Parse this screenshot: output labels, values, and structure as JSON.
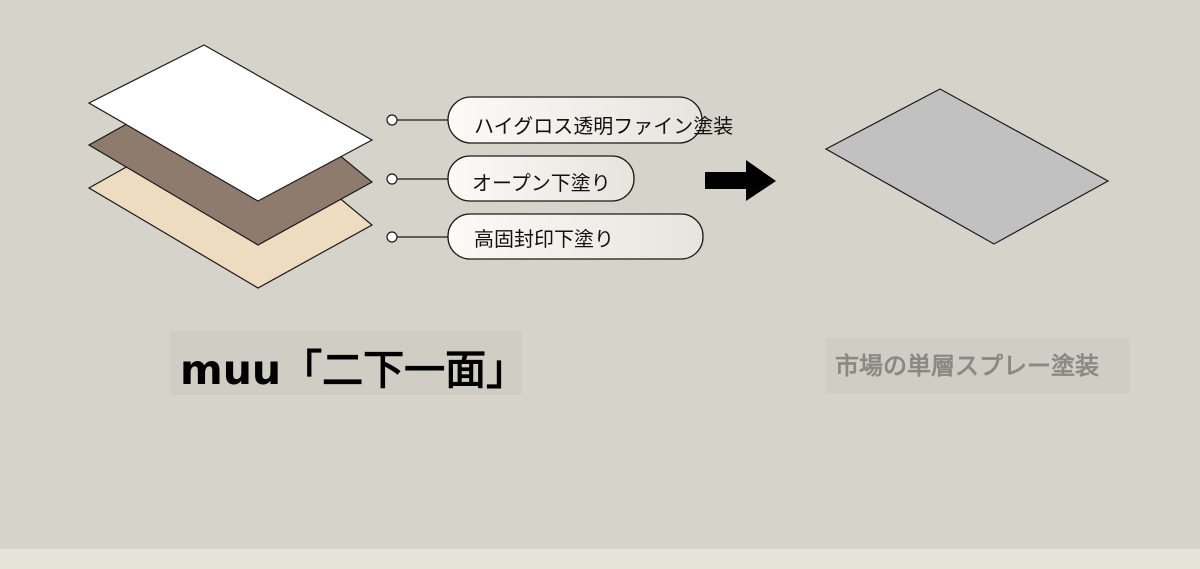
{
  "layers": [
    {
      "label": "ハイグロス透明ファイン塗装",
      "color": "#ffffff"
    },
    {
      "label": "オープン下塗り",
      "color": "#8e7b6e"
    },
    {
      "label": "高固封印下塗り",
      "color": "#eddcbf"
    }
  ],
  "left_title": "muu「二下一面」",
  "right_caption": "市場の単層スプレー塗装",
  "right_panel_color": "#c1c1c1",
  "arrow_color": "#000000",
  "colors": {
    "background": "#d6d3cb",
    "title_box": "#d0cdc5",
    "caption_box": "#d0cdc5",
    "label_fill": "#f3f1ec",
    "outline": "#1a1a1a"
  }
}
